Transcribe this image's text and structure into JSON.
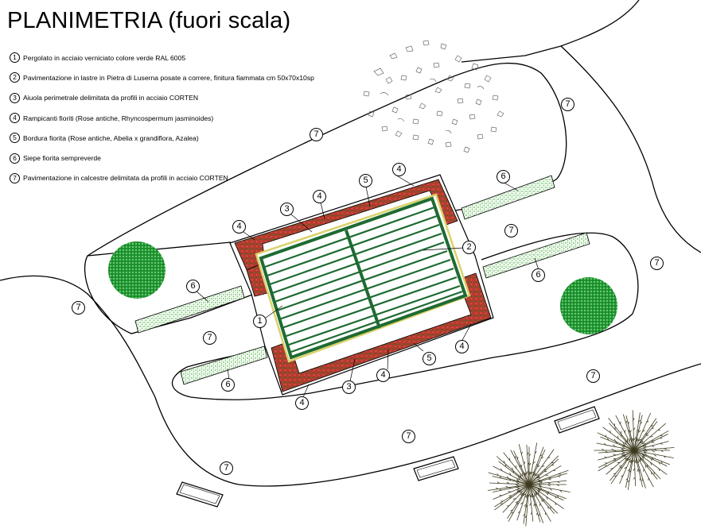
{
  "title": "PLANIMETRIA (fuori scala)",
  "legend": [
    {
      "n": "1",
      "text": "Pergolato in acciaio verniciato colore verde RAL 6005"
    },
    {
      "n": "2",
      "text": "Pavimentazione in lastre in Pietra di Luserna posate a correre, finitura fiammata cm 50x70x10sp"
    },
    {
      "n": "3",
      "text": "Aiuola perimetrale delimitata da profili in acciaio CORTEN"
    },
    {
      "n": "4",
      "text": "Rampicanti fioriti (Rose antiche, Rhyncospermum jasminoides)"
    },
    {
      "n": "5",
      "text": "Bordura fiorita (Rose antiche, Abelia x grandiflora, Azalea)"
    },
    {
      "n": "6",
      "text": "Siepe fiorita sempreverde"
    },
    {
      "n": "7",
      "text": "Pavimentazione in calcestre delimitata da profili in acciaio CORTEN"
    }
  ],
  "callouts": {
    "c1": "1",
    "c2": "2",
    "c3a": "3",
    "c3b": "3",
    "c4a": "4",
    "c4b": "4",
    "c4c": "4",
    "c4d": "4",
    "c4e": "4",
    "c4f": "4",
    "c5a": "5",
    "c5b": "5",
    "c6a": "6",
    "c6b": "6",
    "c6c": "6",
    "c6d": "6",
    "c7a": "7",
    "c7b": "7",
    "c7c": "7",
    "c7d": "7",
    "c7e": "7",
    "c7f": "7",
    "c7g": "7",
    "c7h": "7",
    "c7i": "7"
  },
  "colors": {
    "pergola": "#1e6b32",
    "flower_red": "#c0302f",
    "flower_green": "#3d8a2c",
    "hedge": "#5fbf3e",
    "tree": "#1f9a2e",
    "corten_border": "#d9d26a",
    "line": "#000000",
    "sketch": "#6b6b6b",
    "palm": "#3d3a1e"
  }
}
